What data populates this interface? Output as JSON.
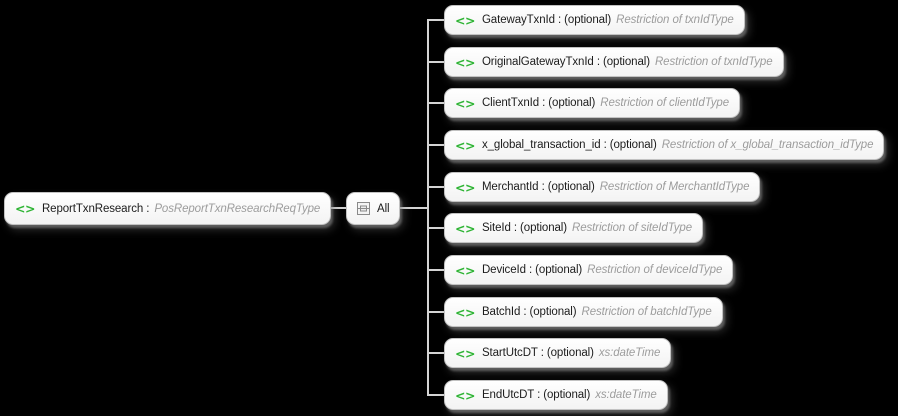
{
  "icons": {
    "element_glyph": "<>"
  },
  "colors": {
    "background": "#000000",
    "node_fill": "#ffffff",
    "node_border": "#c2c2c2",
    "connector": "#d4d4d4",
    "element_icon_green": "#2eb434",
    "label_text": "#1c1c1c",
    "type_text": "#9c9c9c"
  },
  "root": {
    "label": "ReportTxnResearch :",
    "type": "PosReportTxnResearchReqType"
  },
  "compositor": {
    "label": "All"
  },
  "children": [
    {
      "label": "GatewayTxnId : (optional)",
      "type": "Restriction of txnIdType"
    },
    {
      "label": "OriginalGatewayTxnId : (optional)",
      "type": "Restriction of txnIdType"
    },
    {
      "label": "ClientTxnId : (optional)",
      "type": "Restriction of clientIdType"
    },
    {
      "label": "x_global_transaction_id : (optional)",
      "type": "Restriction of x_global_transaction_idType"
    },
    {
      "label": "MerchantId : (optional)",
      "type": "Restriction of MerchantIdType"
    },
    {
      "label": "SiteId : (optional)",
      "type": "Restriction of siteIdType"
    },
    {
      "label": "DeviceId : (optional)",
      "type": "Restriction of deviceIdType"
    },
    {
      "label": "BatchId : (optional)",
      "type": "Restriction of batchIdType"
    },
    {
      "label": "StartUtcDT : (optional)",
      "type": "xs:dateTime"
    },
    {
      "label": "EndUtcDT : (optional)",
      "type": "xs:dateTime"
    }
  ]
}
